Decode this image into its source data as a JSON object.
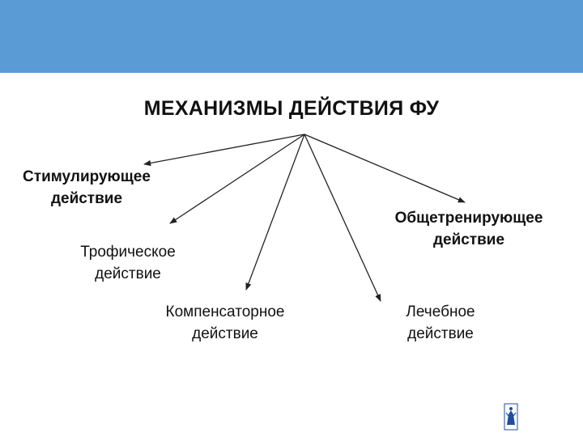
{
  "title": "МЕХАНИЗМЫ ДЕЙСТВИЯ ФУ",
  "nodes": {
    "stimulating": {
      "line1": "Стимулирующее",
      "line2": "действие"
    },
    "trophic": {
      "line1": "Трофическое",
      "line2": "действие"
    },
    "compensatory": {
      "line1": "Компенсаторное",
      "line2": "действие"
    },
    "general_training": {
      "line1": "Общетренирующее",
      "line2": "действие"
    },
    "therapeutic": {
      "line1": "Лечебное",
      "line2": "действие"
    }
  },
  "colors": {
    "banner": "#5b9bd5",
    "arrow": "#222222",
    "logo": "#1f4e9e"
  }
}
